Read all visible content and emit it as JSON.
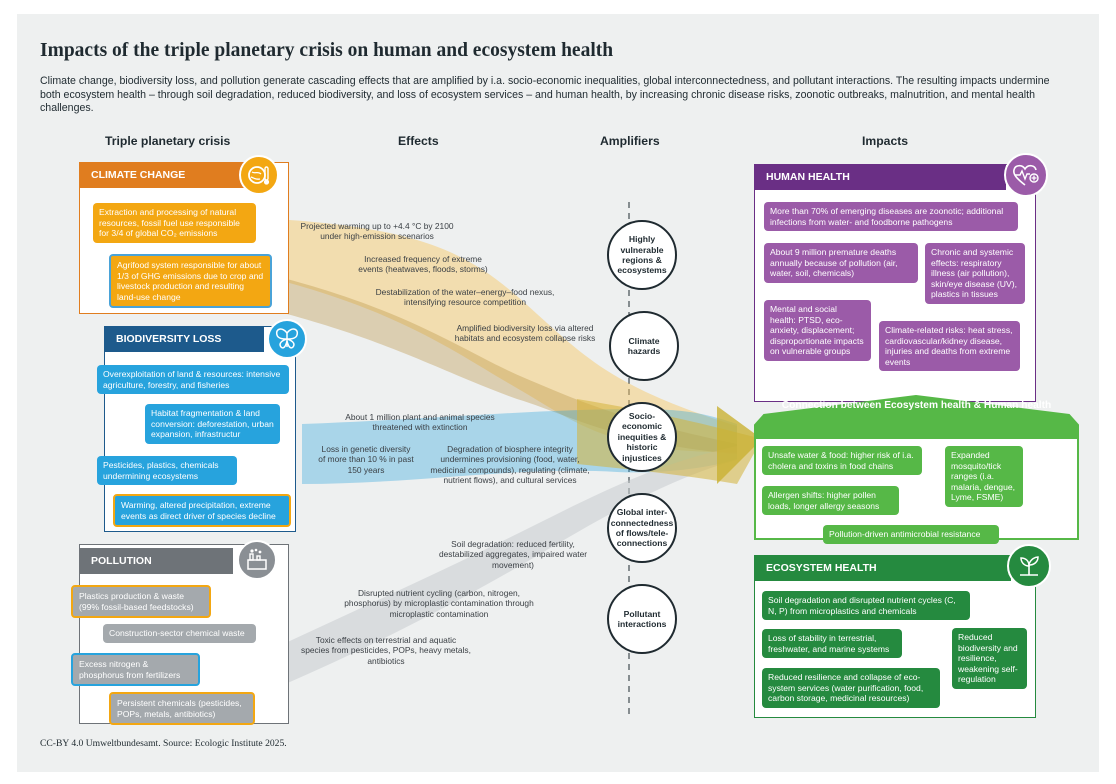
{
  "title": "Impacts of the triple planetary crisis on human and ecosystem health",
  "intro": "Climate change, biodiversity loss, and pollution generate cascading effects that are amplified by i.a. socio-economic inequalities, global interconnectedness, and pollutant interactions. The resulting impacts undermine both ecosystem health – through soil degradation, reduced biodiversity, and loss of ecosystem services – and human health, by increasing chronic disease risks, zoonotic outbreaks, malnutrition, and mental health challenges.",
  "columns": {
    "crisis": "Triple planetary crisis",
    "effects": "Effects",
    "amplifiers": "Amplifiers",
    "impacts": "Impacts"
  },
  "colors": {
    "climate": "#e07d1f",
    "climate_box": "#f3a712",
    "biodiversity": "#1d5a8c",
    "biodiversity_box": "#27a3dd",
    "pollution": "#6e7378",
    "pollution_box": "#a4a9ad",
    "human": "#6a2f85",
    "human_box": "#9b5ba8",
    "connection": "#56b847",
    "ecosystem": "#258a3f"
  },
  "climate": {
    "heading": "CLIMATE CHANGE",
    "icon": "globe-thermometer-icon",
    "items": [
      "Extraction and processing of natural resources, fossil fuel use responsible for 3/4 of global CO₂ emissions",
      "Agrifood system responsible for about 1/3 of GHG emissions due to crop and livestock production and resulting land-use change"
    ]
  },
  "biodiversity": {
    "heading": "BIODIVERSITY LOSS",
    "icon": "butterfly-icon",
    "items": [
      "Overexploitation of land & resources: intensive agriculture, forestry, and fisheries",
      "Habitat fragmentation & land conversion: deforestation, urban expansion, infrastructur",
      "Pesticides, plastics, chemicals undermining ecosystems",
      "Warming, altered precipitation, extreme events as direct driver of species decline"
    ]
  },
  "pollution": {
    "heading": "POLLUTION",
    "icon": "factory-icon",
    "items": [
      "Plastics production & waste (99% fossil-based feedstocks)",
      "Construction-sector chemical waste",
      "Excess nitrogen & phosphorus from fertilizers",
      "Persistent chemicals (pesticides, POPs, metals, antibiotics)"
    ]
  },
  "effects": {
    "climate": [
      "Projected warming up to +4.4 °C by 2100 under high-emission scenarios",
      "Increased frequency of extreme events (heatwaves, floods, storms)",
      "Destabilization of the water–energy–food nexus, intensifying resource competition",
      "Amplified biodiversity loss via altered habitats and ecosystem collapse risks"
    ],
    "biodiversity": [
      "About 1 million plant and animal species threatened with extinction",
      "Loss in genetic diversity of more than 10 % in past 150 years",
      "Degradation of biosphere integrity undermines provisioning (food, water, medicinal compounds), regulating (climate, nutrient flows), and cultural services"
    ],
    "pollution": [
      "Soil degradation: reduced fertility, destabilized aggregates, impaired water movement)",
      "Disrupted nutrient cycling (carbon, nitrogen, phosphorus) by microplastic contamination through microplastic contamination",
      "Toxic effects on terrestrial and aquatic species from pesticides, POPs, heavy metals, antibiotics"
    ]
  },
  "amplifiers": [
    "Highly vulnerable regions & ecosystems",
    "Climate hazards",
    "Socio-economic inequities & historic injustices",
    "Global inter-connectedness of flows/tele-connections",
    "Pollutant interactions"
  ],
  "human": {
    "heading": "HUMAN HEALTH",
    "icon": "heart-pulse-icon",
    "items": [
      "More than 70% of emerging diseases are zoonotic; additional infections from water- and foodborne pathogens",
      "About 9 million premature deaths annually because of pollution (air, water, soil, chemicals)",
      "Chronic and systemic effects: respiratory illness (air pollution), skin/eye disease (UV), plastics in tissues",
      "Mental and social health: PTSD, eco-anxiety, displacement; disproportionate impacts on vulnerable groups",
      "Climate-related risks: heat stress, cardiovascular/kidney disease, injuries and deaths from extreme events"
    ]
  },
  "connection": {
    "heading": "Connection between Ecosystem health & Human health",
    "items": [
      "Unsafe water & food: higher risk of i.a. cholera and toxins in food chains",
      "Expanded mosquito/tick ranges (i.a. malaria, dengue, Lyme, FSME)",
      "Allergen shifts: higher pollen loads, longer allergy seasons",
      "Pollution-driven antimicrobial resistance"
    ]
  },
  "ecosystem": {
    "heading": "ECOSYSTEM HEALTH",
    "icon": "sprout-icon",
    "items": [
      "Soil degradation and disrupted nutrient cycles (C, N, P) from microplastics and chemicals",
      "Loss of stability in terrestrial, freshwater, and marine systems",
      "Reduced biodiversity and resilience, weakening self-regulation",
      "Reduced resilience and collapse of eco-system services (water purification, food, carbon storage, medicinal resources)"
    ]
  },
  "footer": "CC-BY 4.0 Umweltbundesamt. Source: Ecologic Institute 2025."
}
